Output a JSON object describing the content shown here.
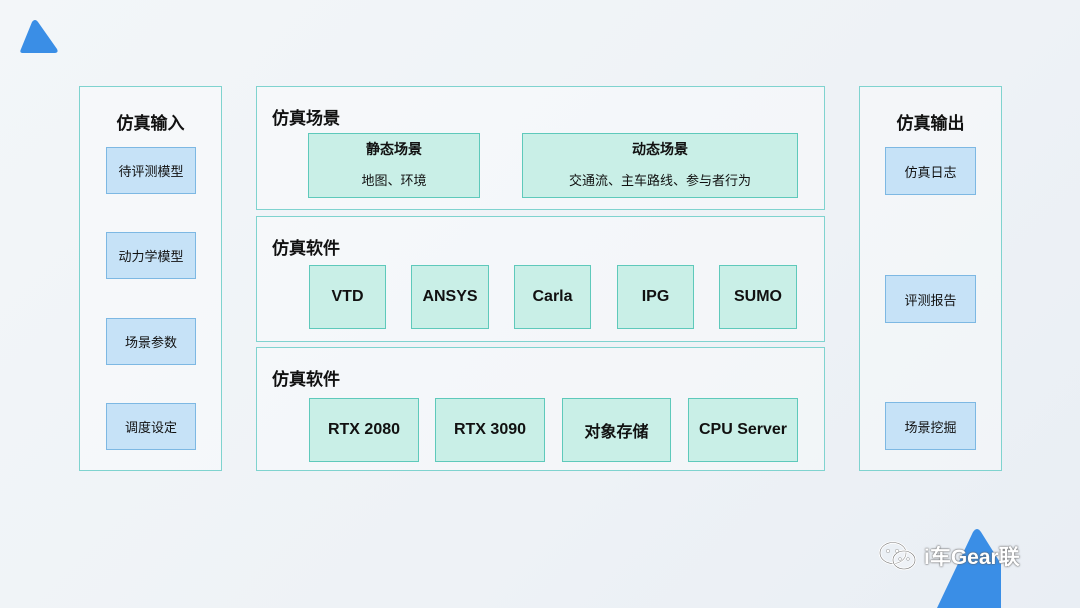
{
  "input": {
    "title": "仿真输入",
    "items": [
      "待评测模型",
      "动力学模型",
      "场景参数",
      "调度设定"
    ]
  },
  "scene": {
    "title": "仿真场景",
    "static": {
      "title": "静态场景",
      "desc": "地图、环境"
    },
    "dynamic": {
      "title": "动态场景",
      "desc": "交通流、主车路线、参与者行为"
    }
  },
  "software": {
    "title": "仿真软件",
    "items": [
      "VTD",
      "ANSYS",
      "Carla",
      "IPG",
      "SUMO"
    ]
  },
  "hardware": {
    "title": "仿真软件",
    "items": [
      "RTX 2080",
      "RTX 3090",
      "对象存储",
      "CPU Server"
    ]
  },
  "output": {
    "title": "仿真输出",
    "items": [
      "仿真日志",
      "评测报告",
      "场景挖掘"
    ]
  },
  "watermark": {
    "text": "i车Gear联"
  },
  "colors": {
    "accent_blue": "#3a8ee6",
    "box_blue": "#c6e2f7",
    "box_green": "#c9efe7",
    "border": "#7fd3cf"
  }
}
